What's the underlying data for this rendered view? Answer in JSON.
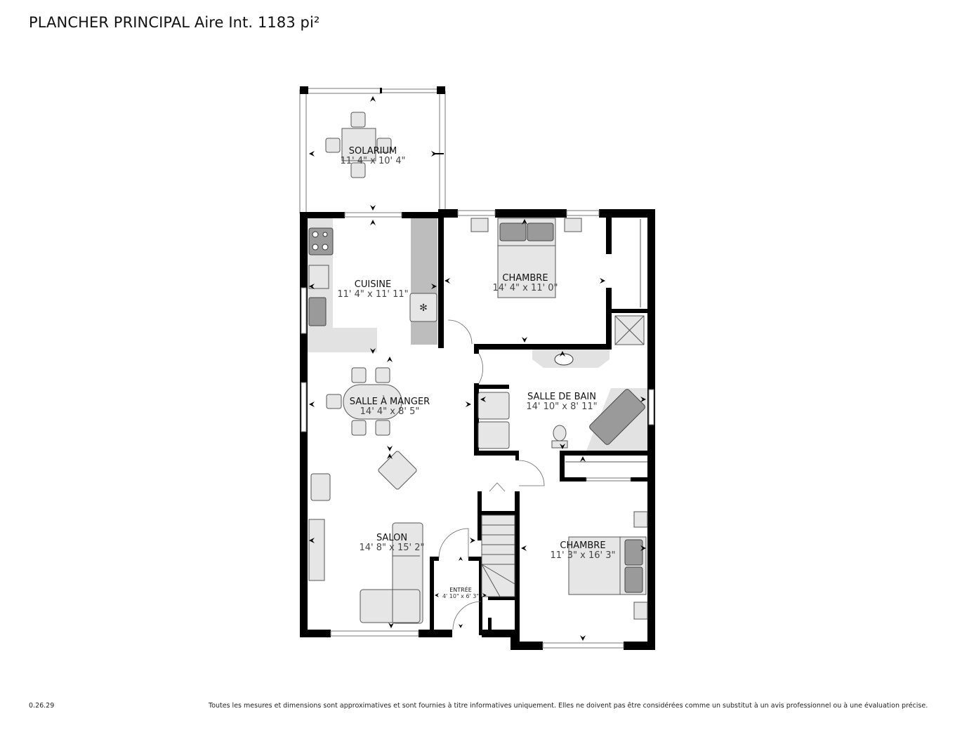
{
  "header": {
    "title": "PLANCHER PRINCIPAL Aire Int. 1183 pi²"
  },
  "rooms": {
    "solarium": {
      "name": "SOLARIUM",
      "dims": "11' 4\" x 10' 4\""
    },
    "cuisine": {
      "name": "CUISINE",
      "dims": "11' 4\" x 11' 11\""
    },
    "chambre1": {
      "name": "CHAMBRE",
      "dims": "14' 4\" x 11' 0\""
    },
    "salle_a_manger": {
      "name": "SALLE À MANGER",
      "dims": "14' 4\" x 8' 5\""
    },
    "salle_de_bain": {
      "name": "SALLE DE BAIN",
      "dims": "14' 10\" x 8' 11\""
    },
    "salon": {
      "name": "SALON",
      "dims": "14' 8\" x 15' 2\""
    },
    "entree": {
      "name": "ENTRÉE",
      "dims": "4' 10\" x 6' 3\""
    },
    "chambre2": {
      "name": "CHAMBRE",
      "dims": "11' 3\" x 16' 3\""
    }
  },
  "footer": {
    "version": "0.26.29",
    "disclaimer": "Toutes les mesures et dimensions sont approximatives et sont fournies à titre informatives uniquement. Elles ne doivent pas être considérées comme un substitut à un avis professionnel ou à une évaluation précise."
  },
  "colors": {
    "wall": "#000000",
    "furniture": "#e6e6e6",
    "furniture_dark": "#9a9a9a",
    "counter": "#e2e2e2",
    "counter_dark": "#bdbdbd"
  }
}
